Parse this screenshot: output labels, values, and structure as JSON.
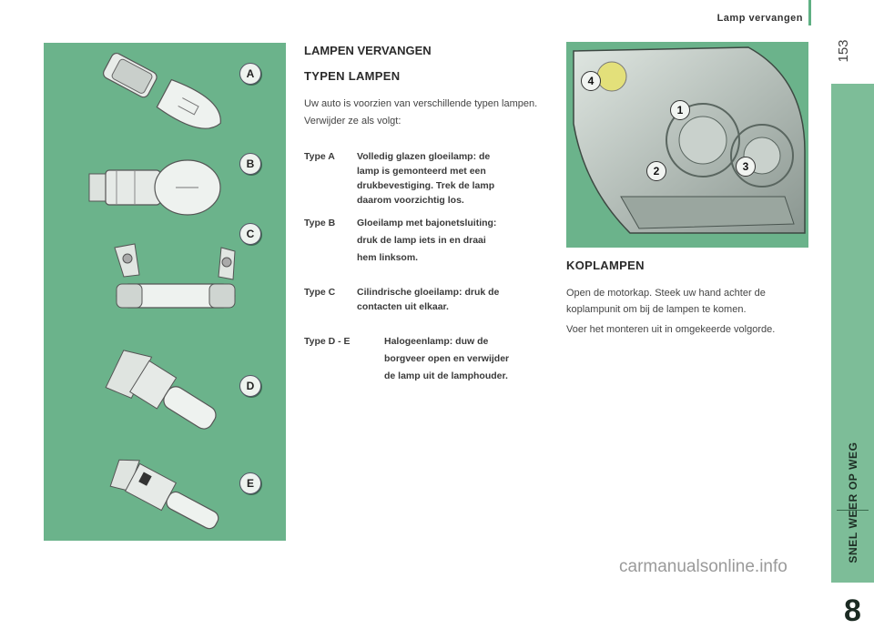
{
  "header": {
    "title": "Lamp vervangen",
    "page_number": "153"
  },
  "side_tab": {
    "label": "SNEL WEER OP WEG",
    "chapter": "8"
  },
  "left_panel": {
    "badges": [
      "A",
      "B",
      "C",
      "D",
      "E"
    ]
  },
  "main": {
    "heading": "LAMPEN VERVANGEN",
    "subheading": "TYPEN LAMPEN",
    "intro": "Uw auto is voorzien van verschillende typen lampen. Verwijder ze als volgt:",
    "types": [
      {
        "label": "Type A",
        "desc": "Volledig glazen gloeilamp: de\nlamp is gemonteerd met een\ndrukbevestiging. Trek de lamp\ndaarom voorzichtig los."
      },
      {
        "label": "Type B",
        "desc": "Gloeilamp met bajonetsluiting:\ndruk de lamp iets in en draai\nhem linksom."
      },
      {
        "label": "Type C",
        "desc": "Cilindrische gloeilamp: druk de\ncontacten uit elkaar."
      },
      {
        "label": "Type D - E",
        "desc": "Halogeenlamp: duw de\nborgveer open en verwijder\nde lamp uit de lamphouder."
      }
    ]
  },
  "headlamp": {
    "badges": [
      "4",
      "1",
      "2",
      "3"
    ],
    "heading": "KOPLAMPEN",
    "para1": "Open de motorkap. Steek uw hand achter de koplampunit om bij de lampen te komen.",
    "para2": "Voer het monteren uit in omgekeerde volgorde."
  },
  "watermark": "carmanualsonline.info"
}
